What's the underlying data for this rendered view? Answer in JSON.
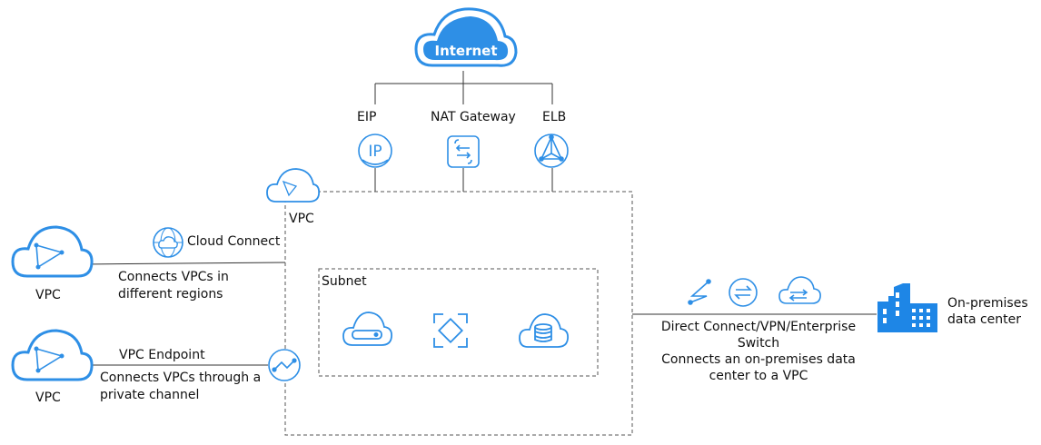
{
  "internet": {
    "label": "Internet"
  },
  "gateways": {
    "eip": "EIP",
    "nat": "NAT Gateway",
    "elb": "ELB",
    "eip_glyph": "IP"
  },
  "vpc_main": {
    "label": "VPC"
  },
  "subnet": {
    "label": "Subnet"
  },
  "cloud_connect": {
    "label": "Cloud Connect",
    "desc_line1": "Connects VPCs in",
    "desc_line2": "different regions"
  },
  "vpc_endpoint": {
    "label": "VPC Endpoint",
    "desc_line1": "Connects VPCs through a",
    "desc_line2": "private channel"
  },
  "remote_vpc_1": {
    "label": "VPC"
  },
  "remote_vpc_2": {
    "label": "VPC"
  },
  "direct_connect": {
    "line1": "Direct Connect/VPN/Enterprise",
    "line2": "Switch",
    "line3": "Connects an on-premises data",
    "line4": "center to a VPC"
  },
  "onprem": {
    "line1": "On-premises",
    "line2": "data center"
  },
  "icons": {
    "internet": "cloud-icon",
    "eip": "ip-icon",
    "nat": "nat-gateway-icon",
    "elb": "load-balancer-icon",
    "vpc": "vpc-cloud-icon",
    "cloud_connect": "globe-cloud-icon",
    "vpc_endpoint": "endpoint-icon",
    "ecs": "ecs-cloud-icon",
    "bms": "bms-icon",
    "rds": "database-cloud-icon",
    "direct_connect": "lightning-link-icon",
    "vpn": "vpn-icon",
    "enterprise_switch": "switch-cloud-icon",
    "building": "building-icon"
  },
  "colors": {
    "accent": "#2E8FE6",
    "line": "#333333",
    "dashed": "#555555"
  }
}
